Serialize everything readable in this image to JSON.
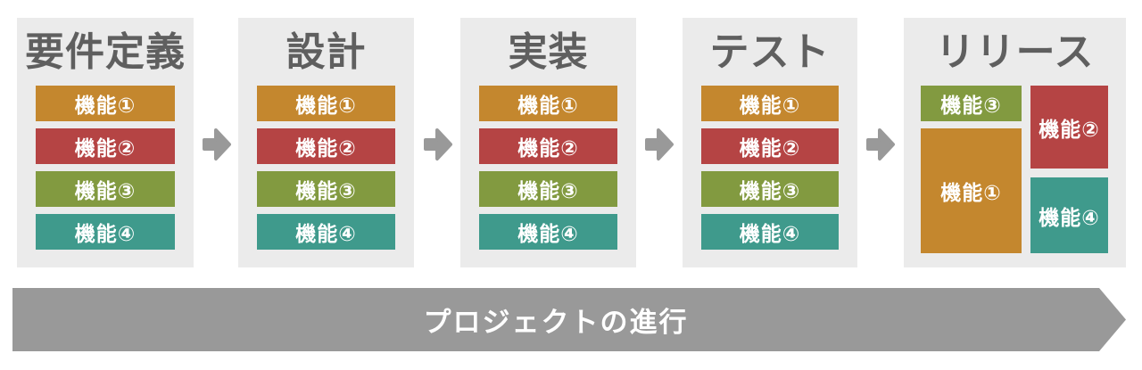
{
  "colors": {
    "background": "#ffffff",
    "panel_bg": "#ebebeb",
    "title_text": "#5f5f5f",
    "bar_text": "#ffffff",
    "arrow": "#999999",
    "feature1": "#c4872e",
    "feature2": "#b54444",
    "feature3": "#829a40",
    "feature4": "#3f9a8c"
  },
  "stages": [
    {
      "title": "要件定義",
      "items": [
        {
          "label": "機能①",
          "color": "#c4872e"
        },
        {
          "label": "機能②",
          "color": "#b54444"
        },
        {
          "label": "機能③",
          "color": "#829a40"
        },
        {
          "label": "機能④",
          "color": "#3f9a8c"
        }
      ]
    },
    {
      "title": "設計",
      "items": [
        {
          "label": "機能①",
          "color": "#c4872e"
        },
        {
          "label": "機能②",
          "color": "#b54444"
        },
        {
          "label": "機能③",
          "color": "#829a40"
        },
        {
          "label": "機能④",
          "color": "#3f9a8c"
        }
      ]
    },
    {
      "title": "実装",
      "items": [
        {
          "label": "機能①",
          "color": "#c4872e"
        },
        {
          "label": "機能②",
          "color": "#b54444"
        },
        {
          "label": "機能③",
          "color": "#829a40"
        },
        {
          "label": "機能④",
          "color": "#3f9a8c"
        }
      ]
    },
    {
      "title": "テスト",
      "items": [
        {
          "label": "機能①",
          "color": "#c4872e"
        },
        {
          "label": "機能②",
          "color": "#b54444"
        },
        {
          "label": "機能③",
          "color": "#829a40"
        },
        {
          "label": "機能④",
          "color": "#3f9a8c"
        }
      ]
    },
    {
      "title": "リリース",
      "layout": "mosaic",
      "items": [
        {
          "label": "機能③",
          "color": "#829a40"
        },
        {
          "label": "機能①",
          "color": "#c4872e"
        },
        {
          "label": "機能②",
          "color": "#b54444"
        },
        {
          "label": "機能④",
          "color": "#3f9a8c"
        }
      ]
    }
  ],
  "progress_arrow": {
    "label": "プロジェクトの進行"
  }
}
